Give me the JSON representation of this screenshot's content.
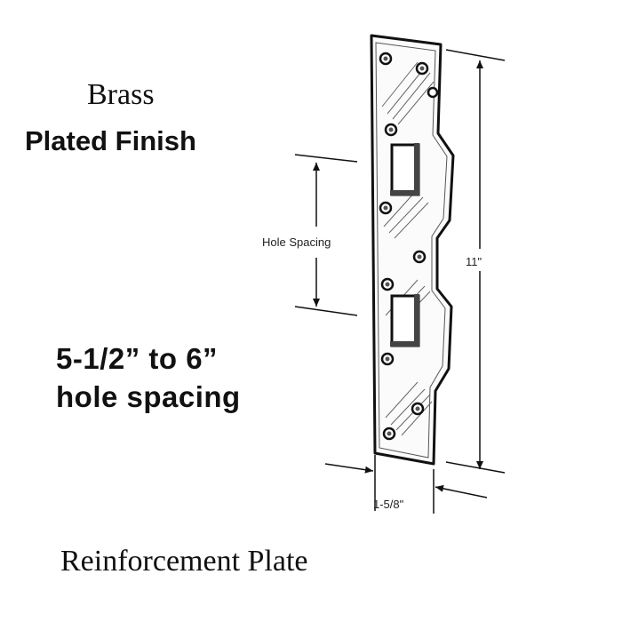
{
  "heading": {
    "line1": "Brass",
    "line2": "Plated Finish"
  },
  "spacing_note": {
    "line1": "5-1/2” to 6”",
    "line2": "hole spacing"
  },
  "dimensions": {
    "hole_spacing": "Hole Spacing",
    "length": "11\"",
    "width": "1-5/8\""
  },
  "caption": "Reinforcement Plate",
  "colors": {
    "ink": "#111111",
    "paper": "#ffffff"
  }
}
